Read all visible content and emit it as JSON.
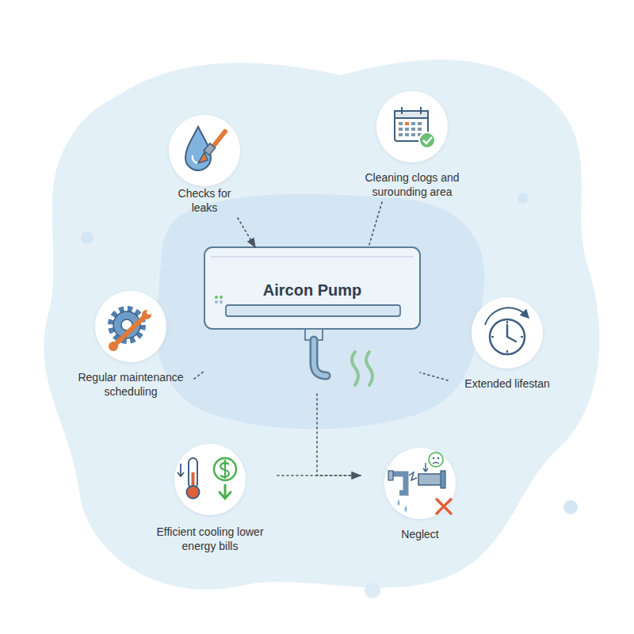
{
  "diagram": {
    "nodes": [
      {
        "text": [
          "Checks for leaks"
        ]
      },
      {
        "text": [
          "Cleaning clogs and surounding area"
        ]
      },
      {
        "text": [
          "Aircon Pump"
        ]
      },
      {
        "text": [
          "Regular maintenance scheduling"
        ]
      },
      {
        "text": [
          "Extended lifestan"
        ]
      },
      {
        "text": [
          "Efficient cooling lower energy bills"
        ]
      },
      {
        "text": [
          "Neglect"
        ]
      }
    ],
    "edges": [
      {
        "from": 0,
        "to": 2,
        "arrow": "to"
      },
      {
        "from": 1,
        "to": 2,
        "arrow": "none"
      },
      {
        "from": 3,
        "to": 2,
        "arrow": "none"
      },
      {
        "from": 4,
        "to": 2,
        "arrow": "none"
      },
      {
        "from": 5,
        "to": 6,
        "arrow": "to"
      },
      {
        "from": 2,
        "to": 6,
        "arrow": "to"
      }
    ]
  }
}
